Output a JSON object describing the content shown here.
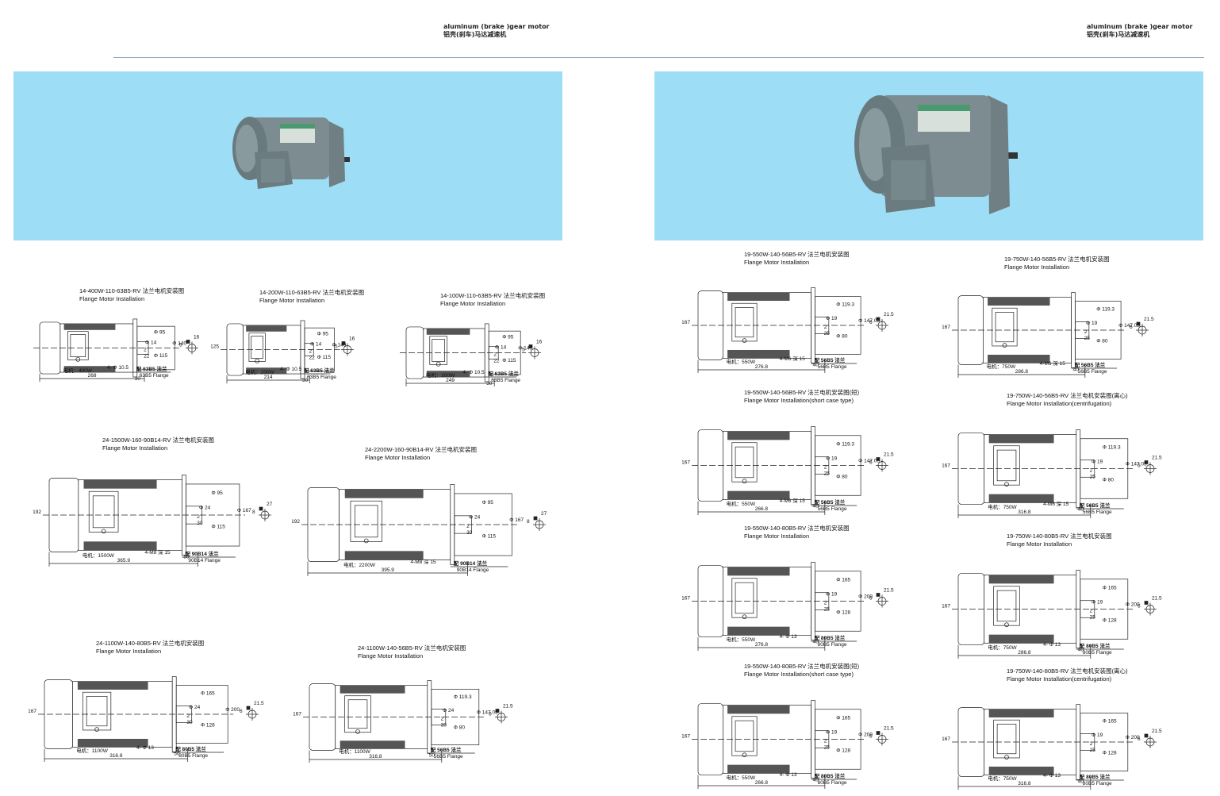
{
  "header": {
    "title_en": "aluminum (brake )gear motor",
    "title_cn": "铝壳(刹车)马达减速机"
  },
  "colors": {
    "banner": "#9dddf5",
    "rule": "#8aa8c8",
    "motor_body": "#7c8c90"
  },
  "drawings": [
    {
      "id": "d1",
      "model": "14-400W-110-63B5-RV 法兰电机安装图",
      "subtitle": "Flange Motor Installation",
      "motor_label": "电机：400W",
      "length": "268",
      "phi_a": "Φ 140",
      "phi_b": "Φ 95",
      "phi_c": "Φ 115",
      "phi_d": "Φ 14",
      "key1": "2",
      "key2": "22",
      "small": "30",
      "holes": "4- Φ 10.5",
      "flange_cn": "配 63B5 法兰",
      "flange_en": "63B5 Flange",
      "side_top": "16",
      "side_left": "5",
      "phi_main": ""
    },
    {
      "id": "d2",
      "model": "14-200W-110-63B5-RV 法兰电机安装图",
      "subtitle": "Flange Motor Installation",
      "motor_label": "电机：200W",
      "length": "214",
      "phi_a": "Φ 140",
      "phi_b": "Φ 95",
      "phi_c": "Φ 115",
      "phi_d": "Φ 14",
      "key1": "2",
      "key2": "22",
      "small": "30",
      "holes": "4- Φ 10.5",
      "flange_cn": "配 63B5 法兰",
      "flange_en": "63B5 Flange",
      "side_top": "16",
      "side_left": "5",
      "phi_main": "Φ 125"
    },
    {
      "id": "d3",
      "model": "14-100W-110-63B5-RV 法兰电机安装图",
      "subtitle": "Flange Motor Installation",
      "motor_label": "电机：200W",
      "length": "249",
      "phi_a": "Φ 140",
      "phi_b": "Φ 95",
      "phi_c": "Φ 115",
      "phi_d": "Φ 14",
      "key1": "2",
      "key2": "22",
      "small": "30",
      "holes": "4- Φ 10.5",
      "flange_cn": "配 63B5 法兰",
      "flange_en": "63B5 Flange",
      "side_top": "16",
      "side_left": "5",
      "phi_main": ""
    },
    {
      "id": "d4",
      "model": "24-1500W-160-90B14-RV 法兰电机安装图",
      "subtitle": "Flange Motor Installation",
      "motor_label": "电机：1500W",
      "length": "365.9",
      "phi_a": "Φ 167",
      "phi_b": "Φ 95",
      "phi_c": "Φ 115",
      "phi_d": "Φ 24",
      "key1": "2",
      "key2": "30",
      "small": "50",
      "holes": "4-M8 深 15",
      "flange_cn": "配 90B14 法兰",
      "flange_en": "90B14 Flange",
      "side_top": "27",
      "side_left": "8",
      "phi_main": "Φ 192"
    },
    {
      "id": "d5",
      "model": "24-2200W-160-90B14-RV 法兰电机安装图",
      "subtitle": "Flange Motor Installation",
      "motor_label": "电机：2200W",
      "length": "395.9",
      "phi_a": "Φ 167",
      "phi_b": "Φ 95",
      "phi_c": "Φ 115",
      "phi_d": "Φ 24",
      "key1": "2",
      "key2": "30",
      "small": "",
      "holes": "4-M8 深 15",
      "flange_cn": "配 90B14 法兰",
      "flange_en": "90B14 Flange",
      "side_top": "27",
      "side_left": "8",
      "phi_main": "Φ 192"
    },
    {
      "id": "d6",
      "model": "24-1100W-140-80B5-RV 法兰电机安装图",
      "subtitle": "Flange Motor Installation",
      "motor_label": "电机：1100W",
      "length": "316.8",
      "phi_a": "Φ 200",
      "phi_b": "Φ 165",
      "phi_c": "Φ 128",
      "phi_d": "Φ 24",
      "key1": "2",
      "key2": "30",
      "small": "50",
      "holes": "4- Φ 13",
      "flange_cn": "配 80B5 法兰",
      "flange_en": "80B5 Flange",
      "side_top": "21.5",
      "side_left": "6",
      "phi_main": "Φ 167"
    },
    {
      "id": "d7",
      "model": "24-1100W-140-56B5-RV 法兰电机安装图",
      "subtitle": "Flange Motor Installation",
      "motor_label": "电机：1100W",
      "length": "316.8",
      "phi_a": "Φ 147.05",
      "phi_b": "Φ 119.3",
      "phi_c": "Φ 80",
      "phi_d": "Φ 24",
      "key1": "2",
      "key2": "30",
      "small": "50",
      "holes": "",
      "flange_cn": "配 56B5 法兰",
      "flange_en": "56B5 Flange",
      "side_top": "21.5",
      "side_left": "6",
      "phi_main": "Φ 167"
    },
    {
      "id": "d8",
      "model": "19-550W-140-56B5-RV 法兰电机安装图",
      "subtitle": "Flange Motor Installation",
      "motor_label": "电机：550W",
      "length": "276.8",
      "phi_a": "Φ 147.05",
      "phi_b": "Φ 119.3",
      "phi_c": "Φ 80",
      "phi_d": "Φ 19",
      "key1": "2",
      "key2": "25",
      "small": "40",
      "holes": "4-M6 深 15",
      "flange_cn": "配 56B5 法兰",
      "flange_en": "56B5 Flange",
      "side_top": "21.5",
      "side_left": "6",
      "phi_main": "Φ 167"
    },
    {
      "id": "d9",
      "model": "19-750W-140-56B5-RV 法兰电机安装图",
      "subtitle": "Flange Motor Installation",
      "motor_label": "电机：750W",
      "length": "286.8",
      "phi_a": "Φ 147.05",
      "phi_b": "Φ 119.3",
      "phi_c": "Φ 80",
      "phi_d": "Φ 19",
      "key1": "2",
      "key2": "25",
      "small": "40",
      "holes": "4-M6 深 15",
      "flange_cn": "配 56B5 法兰",
      "flange_en": "56B5 Flange",
      "side_top": "21.5",
      "side_left": "6",
      "phi_main": "Φ 167"
    },
    {
      "id": "d10",
      "model": "19-550W-140-56B5-RV 法兰电机安装图(短)",
      "subtitle": "Flange Motor Installation(short case type)",
      "motor_label": "电机：550W",
      "length": "266.8",
      "phi_a": "Φ 147.05",
      "phi_b": "Φ 119.3",
      "phi_c": "Φ 80",
      "phi_d": "Φ 19",
      "key1": "2",
      "key2": "25",
      "small": "40",
      "holes": "4-M6 深 15",
      "flange_cn": "配 56B5 法兰",
      "flange_en": "56B5 Flange",
      "side_top": "21.5",
      "side_left": "6",
      "phi_main": "Φ 167"
    },
    {
      "id": "d11",
      "model": "19-750W-140-56B5-RV 法兰电机安装图(离心)",
      "subtitle": "Flange Motor Installation(centrifugation)",
      "motor_label": "电机：750W",
      "length": "316.8",
      "phi_a": "Φ 147.05",
      "phi_b": "Φ 119.3",
      "phi_c": "Φ 80",
      "phi_d": "Φ 19",
      "key1": "2",
      "key2": "25",
      "small": "40",
      "holes": "4-M6 深 15",
      "flange_cn": "配 56B5 法兰",
      "flange_en": "56B5 Flange",
      "side_top": "21.5",
      "side_left": "6",
      "phi_main": "Φ 167"
    },
    {
      "id": "d12",
      "model": "19-550W-140-80B5-RV 法兰电机安装图",
      "subtitle": "Flange Motor Installation",
      "motor_label": "电机：550W",
      "length": "276.8",
      "phi_a": "Φ 200",
      "phi_b": "Φ 165",
      "phi_c": "Φ 128",
      "phi_d": "Φ 19",
      "key1": "2",
      "key2": "25",
      "small": "40",
      "holes": "4- Φ 13",
      "flange_cn": "配 80B5 法兰",
      "flange_en": "80B5 Flange",
      "side_top": "21.5",
      "side_left": "6",
      "phi_main": "Φ 167"
    },
    {
      "id": "d13",
      "model": "19-750W-140-80B5-RV 法兰电机安装图",
      "subtitle": "Flange Motor Installation",
      "motor_label": "电机：750W",
      "length": "286.8",
      "phi_a": "Φ 200",
      "phi_b": "Φ 165",
      "phi_c": "Φ 128",
      "phi_d": "Φ 19",
      "key1": "2",
      "key2": "25",
      "small": "40",
      "holes": "4- Φ 13",
      "flange_cn": "配 80B5 法兰",
      "flange_en": "80B5 Flange",
      "side_top": "21.5",
      "side_left": "6",
      "phi_main": "Φ 167"
    },
    {
      "id": "d14",
      "model": "19-550W-140-80B5-RV 法兰电机安装图(短)",
      "subtitle": "Flange Motor Installation(short case type)",
      "motor_label": "电机：550W",
      "length": "266.8",
      "phi_a": "Φ 200",
      "phi_b": "Φ 165",
      "phi_c": "Φ 128",
      "phi_d": "Φ 19",
      "key1": "2",
      "key2": "25",
      "small": "40",
      "holes": "4- Φ 13",
      "flange_cn": "配 80B5 法兰",
      "flange_en": "80B5 Flange",
      "side_top": "21.5",
      "side_left": "6",
      "phi_main": "Φ 167"
    },
    {
      "id": "d15",
      "model": "19-750W-140-80B5-RV 法兰电机安装图(离心)",
      "subtitle": "Flange Motor Installation(centrifugation)",
      "motor_label": "电机：750W",
      "length": "316.8",
      "phi_a": "Φ 200",
      "phi_b": "Φ 165",
      "phi_c": "Φ 128",
      "phi_d": "Φ 19",
      "key1": "2",
      "key2": "25",
      "small": "40",
      "holes": "4- Φ 13",
      "flange_cn": "配 80B5 法兰",
      "flange_en": "80B5 Flange",
      "side_top": "21.5",
      "side_left": "6",
      "phi_main": "Φ 167"
    }
  ]
}
